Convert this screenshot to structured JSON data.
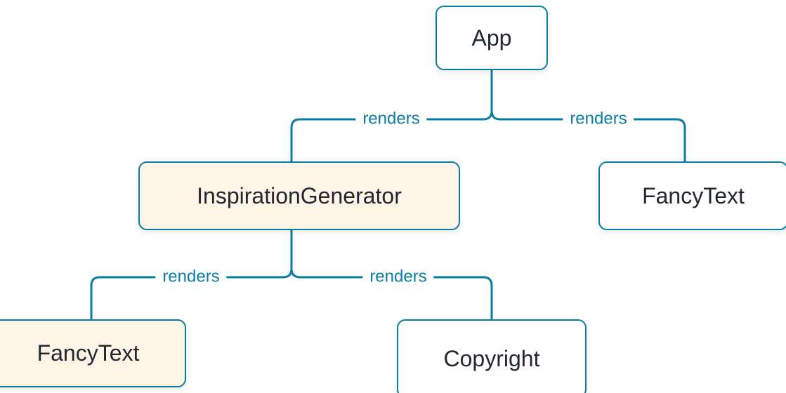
{
  "diagram": {
    "type": "component-render-tree",
    "nodes": [
      {
        "id": "app",
        "label": "App",
        "variant": "default"
      },
      {
        "id": "inspiration-generator",
        "label": "InspirationGenerator",
        "variant": "highlight"
      },
      {
        "id": "fancy-text-top",
        "label": "FancyText",
        "variant": "default"
      },
      {
        "id": "fancy-text-bottom",
        "label": "FancyText",
        "variant": "highlight"
      },
      {
        "id": "copyright",
        "label": "Copyright",
        "variant": "default"
      }
    ],
    "edges": [
      {
        "from": "App",
        "to": "InspirationGenerator",
        "label": "renders"
      },
      {
        "from": "App",
        "to": "FancyText",
        "label": "renders"
      },
      {
        "from": "InspirationGenerator",
        "to": "FancyText",
        "label": "renders"
      },
      {
        "from": "InspirationGenerator",
        "to": "Copyright",
        "label": "renders"
      }
    ],
    "colors": {
      "line": "#087EA4",
      "node_border": "#087EA4",
      "node_text": "#23272F",
      "edge_label": "#087EA4",
      "highlight_fill": "#FEF5E7",
      "default_fill": "#FFFFFF",
      "background": "#FFFFFF"
    }
  }
}
